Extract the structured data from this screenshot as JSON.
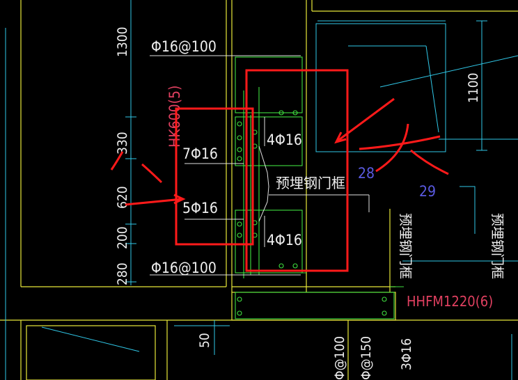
{
  "drawing": {
    "dimensions": {
      "d1300": "1300",
      "d330": "330",
      "d620": "620",
      "d200": "200",
      "d280": "280",
      "d1100": "1100",
      "d50": "50"
    },
    "labels": {
      "top_rebar": "Φ16@100",
      "bottom_rebar": "Φ16@100",
      "beam_id": "HK600(5)",
      "bar_7": "7Φ16",
      "bar_5": "5Φ16",
      "bar_4_top": "4Φ16",
      "bar_4_bottom": "4Φ16",
      "embedded_frame": "预埋钢门框",
      "embedded_frame_2": "预埋钢门框",
      "embedded_frame_3": "预埋钢门框",
      "num_28": "28",
      "num_29": "29",
      "door_id": "HHFM1220(6)",
      "bottom_a": "Φ@100",
      "bottom_b": "Φ@150",
      "bottom_c": "3Φ16"
    },
    "annotations": {
      "char_1": "八",
      "char_2": "大"
    },
    "colors": {
      "background": "#000000",
      "yellow_line": "#e8e83a",
      "green_line": "#40e040",
      "white_text": "#f0f0f0",
      "cyan_line": "#30c8e8",
      "red_markup": "#ff1a1a",
      "blue_text": "#5a5ae0",
      "magenta_text": "#e04060"
    }
  }
}
